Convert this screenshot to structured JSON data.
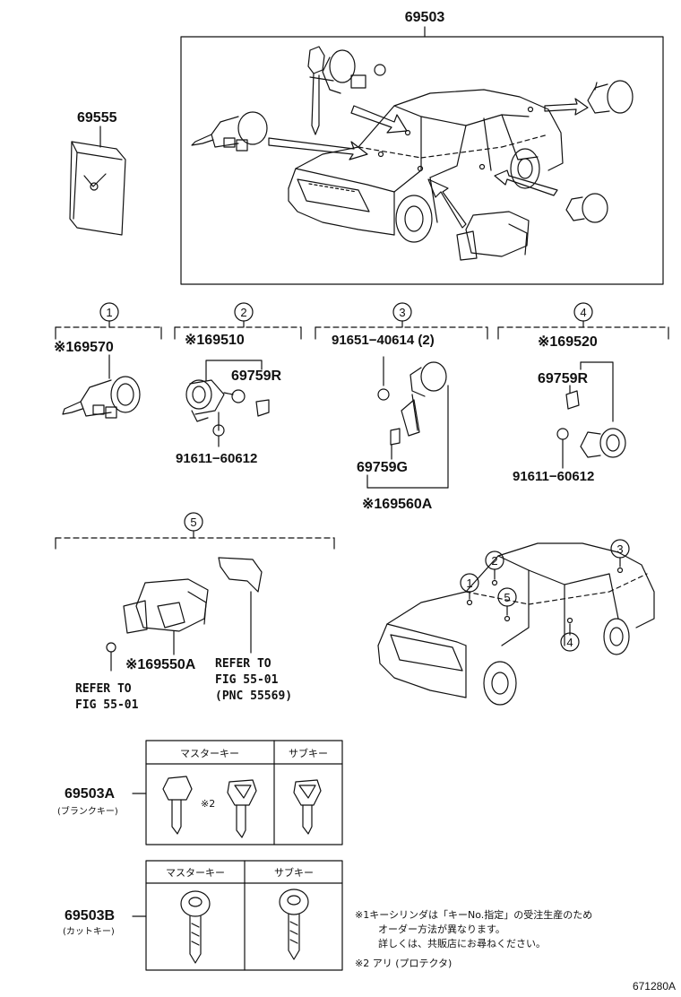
{
  "top_assembly": {
    "part": "69503"
  },
  "wallet": {
    "part": "69555"
  },
  "groups": [
    {
      "num": "1",
      "part": "※169570"
    },
    {
      "num": "2",
      "part": "※169510",
      "sub_part": "69759R",
      "bolt": "91611−60612"
    },
    {
      "num": "3",
      "part": "91651−40614 (2)",
      "sub_part": "69759G",
      "bottom_part": "※169560A"
    },
    {
      "num": "4",
      "part": "※169520",
      "sub_part": "69759R",
      "bolt": "91611−60612"
    },
    {
      "num": "5",
      "part": "※169550A",
      "refer_left_1": "REFER TO",
      "refer_left_2": "FIG 55-01",
      "refer_right_1": "REFER TO",
      "refer_right_2": "FIG 55-01",
      "refer_right_3": "(PNC 55569)"
    }
  ],
  "car_callouts": [
    "1",
    "2",
    "3",
    "4",
    "5"
  ],
  "keys_a": {
    "part": "69503A",
    "desc": "(ブランクキー)",
    "master_label": "マスターキー",
    "sub_label": "サブキー",
    "note": "※2"
  },
  "keys_b": {
    "part": "69503B",
    "desc": "(カットキー)",
    "master_label": "マスターキー",
    "sub_label": "サブキー"
  },
  "notes": {
    "line1": "※1キーシリンダは「キーNo.指定」の受注生産のため",
    "line2": "オーダー方法が異なります。",
    "line3": "詳しくは、共販店にお尋ねください。",
    "line4": "※2 アリ (プロテクタ)"
  },
  "figure_id": "671280A"
}
